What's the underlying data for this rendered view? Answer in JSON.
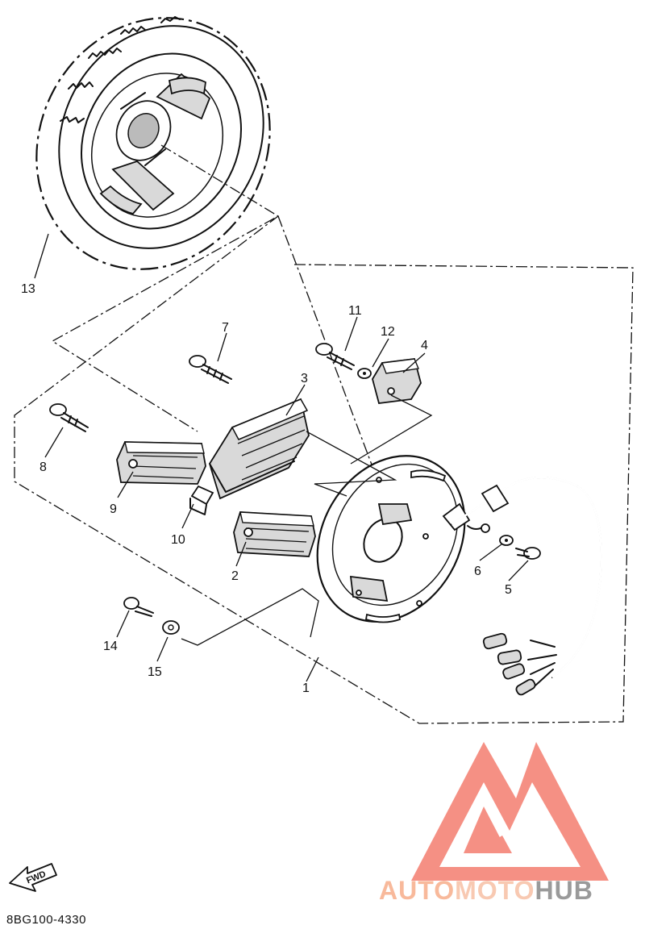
{
  "diagram": {
    "callouts": [
      "1",
      "2",
      "3",
      "4",
      "5",
      "6",
      "7",
      "8",
      "9",
      "10",
      "11",
      "12",
      "13",
      "14",
      "15"
    ],
    "direction_label": "FWD",
    "diagram_code": "8BG100-4330"
  },
  "watermark": {
    "brand_part1": "AUTO",
    "brand_part2": "MOTO",
    "brand_part3": "HUB",
    "accent_color": "#f26b5b"
  }
}
